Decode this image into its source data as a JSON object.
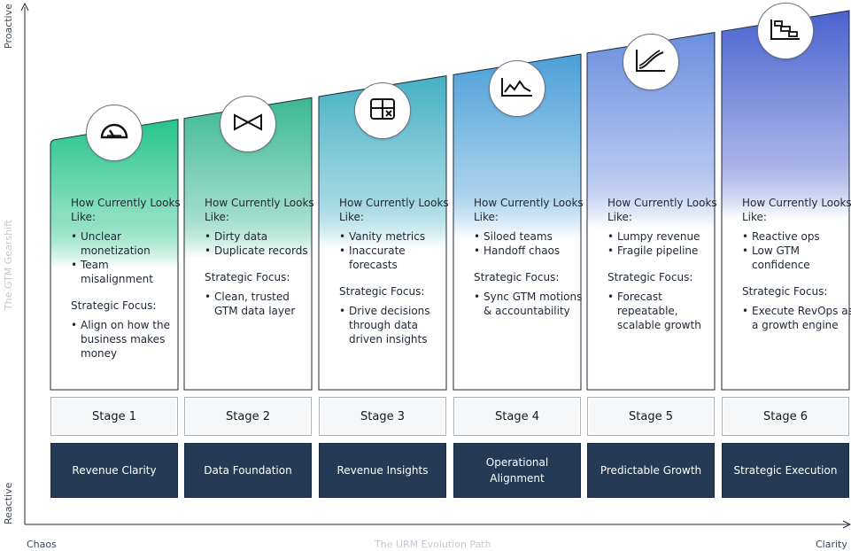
{
  "axes": {
    "y_top": "Proactive",
    "y_middle": "The GTM Gearshift",
    "y_bottom": "Reactive",
    "x_left": "Chaos",
    "x_middle": "The URM Evolution Path",
    "x_right": "Clarity"
  },
  "columns": [
    {
      "heading": "How Currently Looks Like:",
      "current": [
        "Unclear monetization",
        "Team misalignment"
      ],
      "focus_heading": "Strategic Focus:",
      "focus": [
        "Align on how the business makes money"
      ],
      "stage": "Stage 1",
      "title": "Revenue Clarity",
      "icon": "gauge-icon",
      "color": "#27c48a"
    },
    {
      "heading": "How Currently Looks Like:",
      "current": [
        "Dirty data",
        "Duplicate records"
      ],
      "focus_heading": "Strategic Focus:",
      "focus": [
        "Clean, trusted GTM data layer"
      ],
      "stage": "Stage 2",
      "title": "Data Foundation",
      "icon": "bowtie-icon",
      "color": "#3bb891"
    },
    {
      "heading": "How Currently Looks Like:",
      "current": [
        "Vanity metrics",
        "Inaccurate forecasts"
      ],
      "focus_heading": "Strategic Focus:",
      "focus": [
        "Drive decisions through data driven insights"
      ],
      "stage": "Stage 3",
      "title": "Revenue Insights",
      "icon": "table-x-icon",
      "color": "#45b0c4"
    },
    {
      "heading": "How Currently Looks Like:",
      "current": [
        "Siloed teams",
        "Handoff chaos"
      ],
      "focus_heading": "Strategic Focus:",
      "focus": [
        "Sync GTM motions & accountability"
      ],
      "stage": "Stage 4",
      "title": "Operational Alignment",
      "icon": "line-chart-icon",
      "color": "#4a9fd8"
    },
    {
      "heading": "How Currently Looks Like:",
      "current": [
        "Lumpy revenue",
        "Fragile pipeline"
      ],
      "focus_heading": "Strategic Focus:",
      "focus": [
        "Forecast repeatable, scalable growth"
      ],
      "stage": "Stage 5",
      "title": "Predictable Growth",
      "icon": "growth-curve-icon",
      "color": "#6a8ee0"
    },
    {
      "heading": "How Currently Looks Like:",
      "current": [
        "Reactive ops",
        "Low GTM confidence"
      ],
      "focus_heading": "Strategic Focus:",
      "focus": [
        "Execute RevOps as a growth engine"
      ],
      "stage": "Stage 6",
      "title": "Strategic Execution",
      "icon": "gantt-icon",
      "color": "#4a63cf"
    }
  ]
}
